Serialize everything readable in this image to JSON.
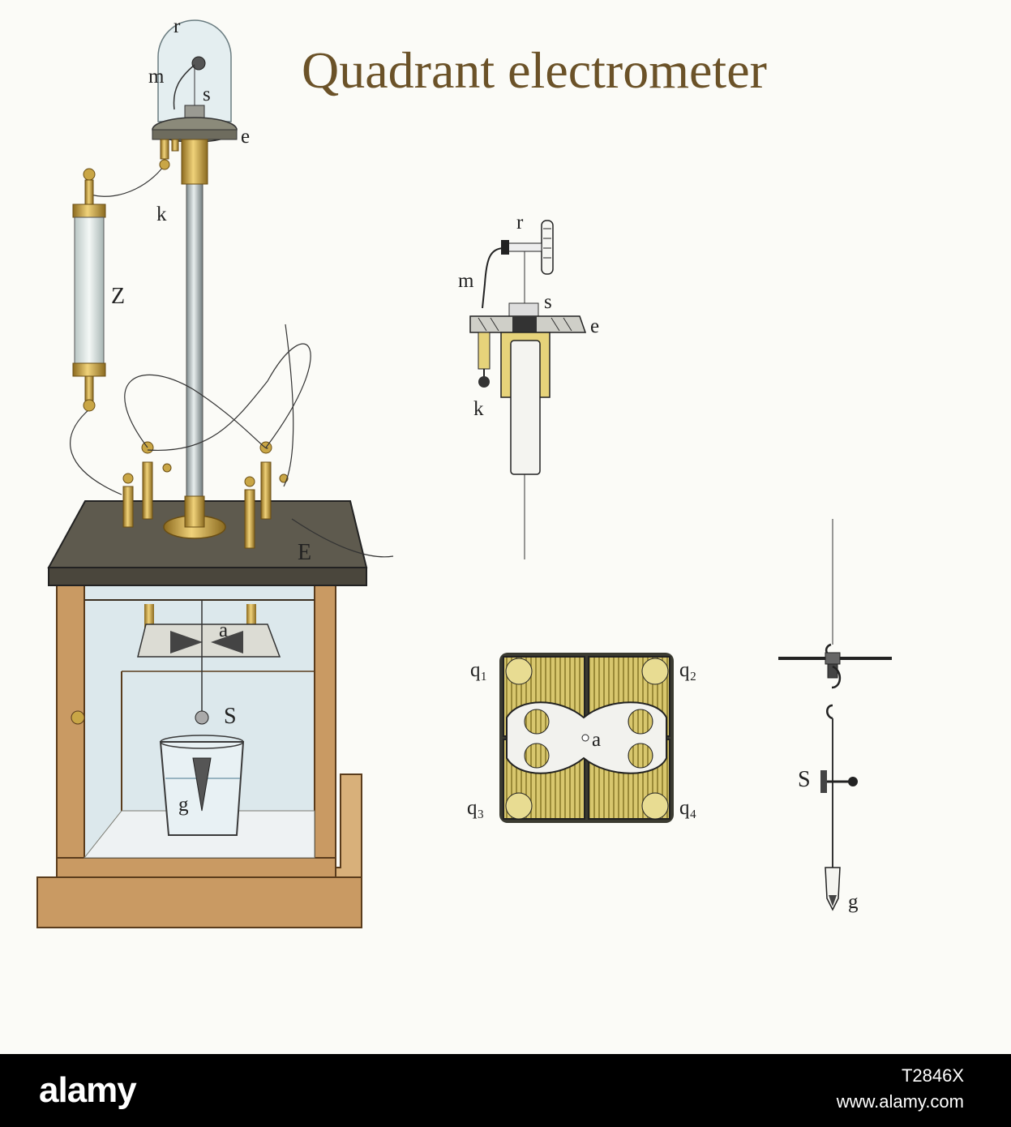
{
  "title": "Quadrant electrometer",
  "labels": {
    "main": {
      "r": "r",
      "m": "m",
      "s": "s",
      "e": "e",
      "k": "k",
      "Z": "Z",
      "E": "E",
      "a": "a",
      "S": "S",
      "g": "g"
    },
    "detail_top": {
      "r": "r",
      "m": "m",
      "s": "s",
      "e": "e",
      "k": "k"
    },
    "quadrants": {
      "q1": "q₁",
      "q2": "q₂",
      "q3": "q₃",
      "q4": "q₄",
      "a": "a"
    },
    "needle": {
      "S": "S",
      "g": "g"
    }
  },
  "watermark": {
    "brand": "alamy",
    "image_id": "T2846X",
    "site": "www.alamy.com"
  },
  "colors": {
    "title": "#6b5228",
    "brass": "#c9a646",
    "wood": "#c99a63",
    "slab": "#5e5a4e",
    "glass": "#dce8ec",
    "footer": "#000000"
  }
}
